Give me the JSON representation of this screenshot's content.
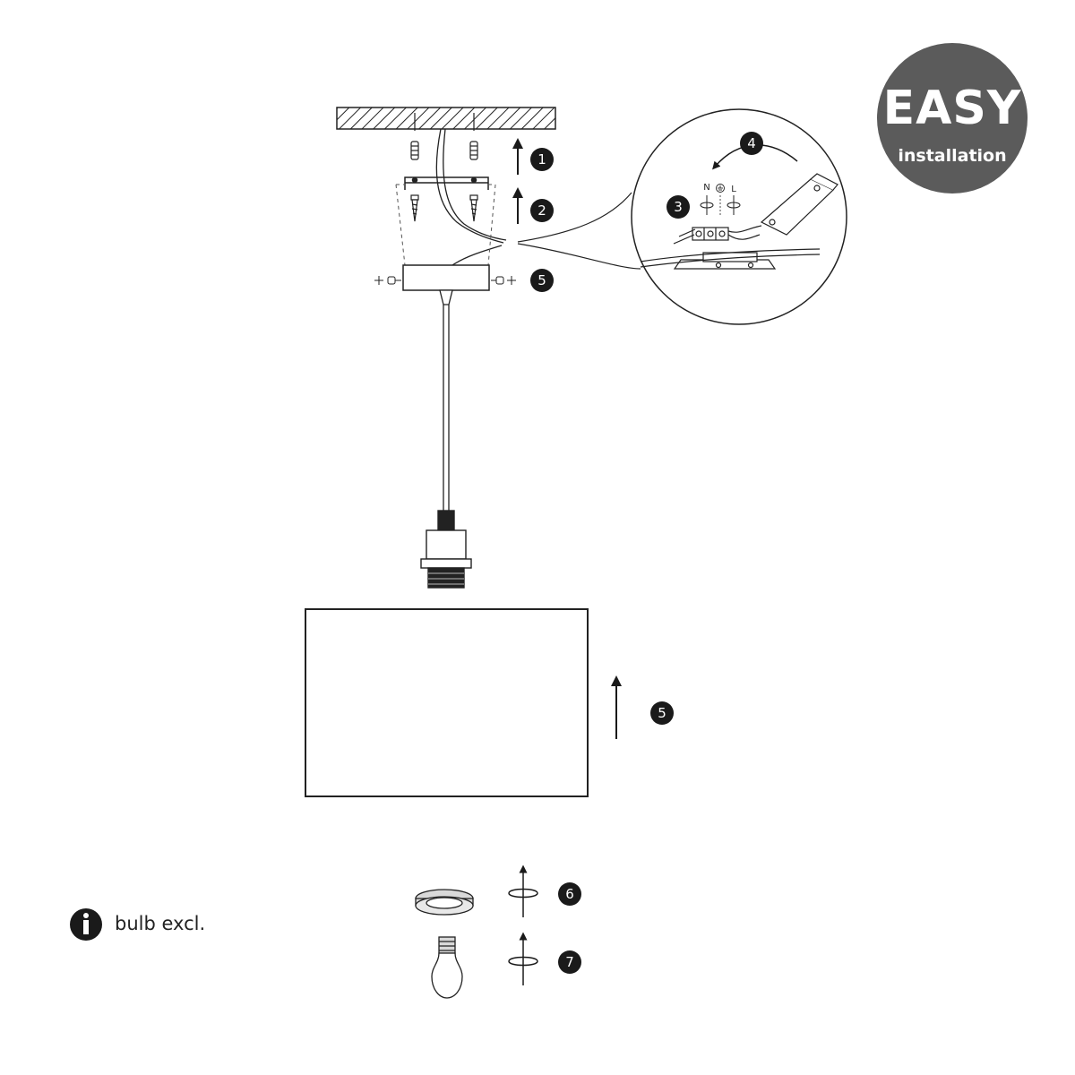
{
  "badge": {
    "title": "EASY",
    "subtitle": "installation",
    "color": "#5b5b5b"
  },
  "steps": {
    "s1": "1",
    "s2": "2",
    "s3": "3",
    "s4": "4",
    "s5_canopy": "5",
    "s5_shade": "5",
    "s6": "6",
    "s7": "7"
  },
  "wiring": {
    "neutral": "N",
    "live": "L",
    "earth_icon": "earth-ground-icon"
  },
  "note": {
    "icon": "info-icon",
    "text": "bulb excl."
  },
  "colors": {
    "line": "#1a1a1a",
    "step_fill": "#1a1a1a"
  }
}
